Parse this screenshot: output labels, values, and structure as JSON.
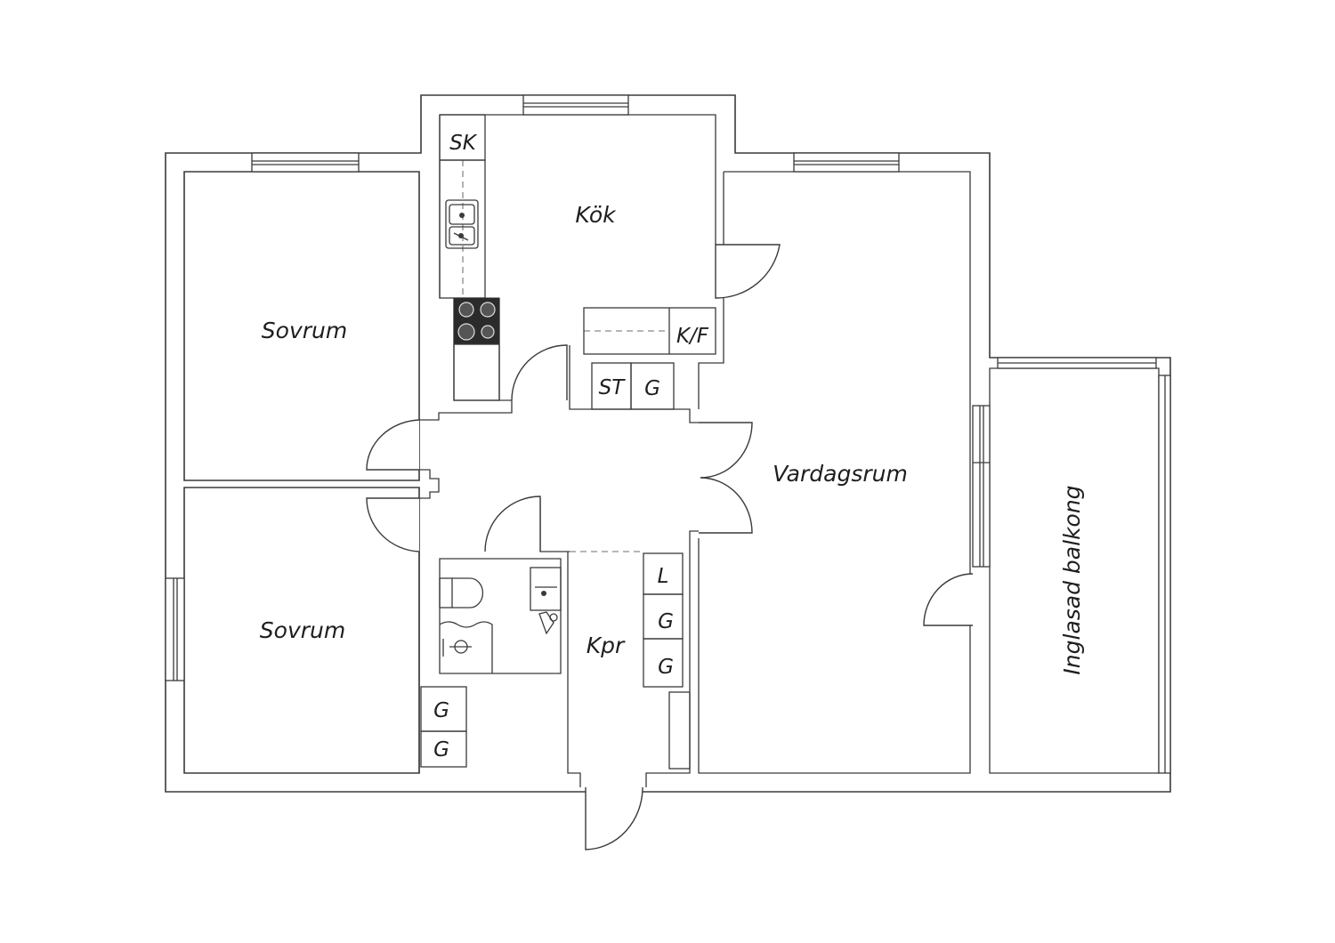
{
  "rooms": {
    "kok": "Kök",
    "sovrum_upper": "Sovrum",
    "sovrum_lower": "Sovrum",
    "vardagsrum": "Vardagsrum",
    "balkong": "Inglasad balkong",
    "kpr": "Kpr"
  },
  "closets": {
    "sk": "SK",
    "kf": "K/F",
    "st": "ST",
    "g_hall": "G",
    "l": "L",
    "g_kpr_1": "G",
    "g_kpr_2": "G",
    "g_bed_1": "G",
    "g_bed_2": "G"
  }
}
